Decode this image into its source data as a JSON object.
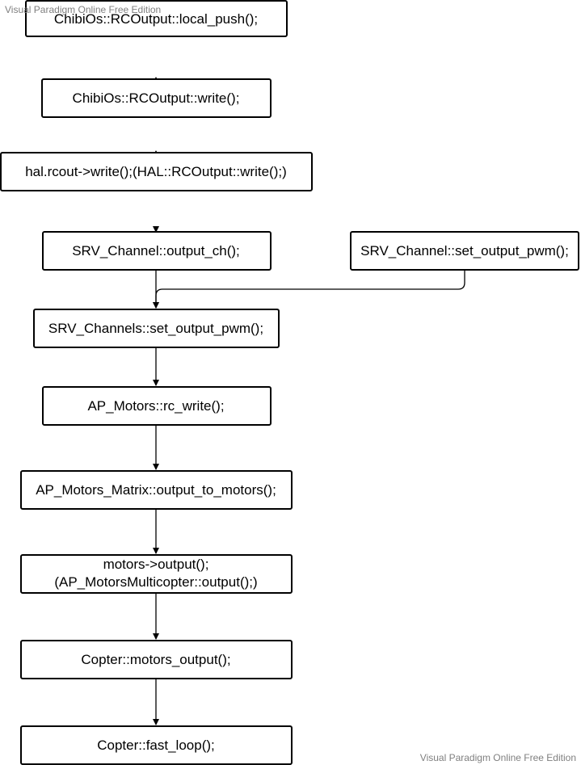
{
  "watermarks": {
    "top_left": "Visual Paradigm Online Free Edition",
    "bottom_right": "Visual Paradigm Online Free Edition"
  },
  "nodes": [
    {
      "id": "local_push",
      "lines": [
        "ChibiOs::RCOutput::local_push();"
      ]
    },
    {
      "id": "rcoutput_write",
      "lines": [
        "ChibiOs::RCOutput::write();"
      ]
    },
    {
      "id": "hal_rcout_write",
      "lines": [
        "hal.rcout->write();(HAL::RCOutput::write();)"
      ]
    },
    {
      "id": "srv_output_ch",
      "lines": [
        "SRV_Channel::output_ch();"
      ]
    },
    {
      "id": "srv_set_output_pwm",
      "lines": [
        "SRV_Channel::set_output_pwm();"
      ]
    },
    {
      "id": "srvs_set_output_pwm",
      "lines": [
        "SRV_Channels::set_output_pwm();"
      ]
    },
    {
      "id": "ap_motors_rc_write",
      "lines": [
        "AP_Motors::rc_write();"
      ]
    },
    {
      "id": "output_to_motors",
      "lines": [
        "AP_Motors_Matrix::output_to_motors();"
      ]
    },
    {
      "id": "motors_output",
      "lines": [
        "motors->output();",
        "(AP_MotorsMulticopter::output();)"
      ]
    },
    {
      "id": "copter_motors_output",
      "lines": [
        "Copter::motors_output();"
      ]
    },
    {
      "id": "copter_fast_loop",
      "lines": [
        "Copter::fast_loop();"
      ]
    }
  ]
}
